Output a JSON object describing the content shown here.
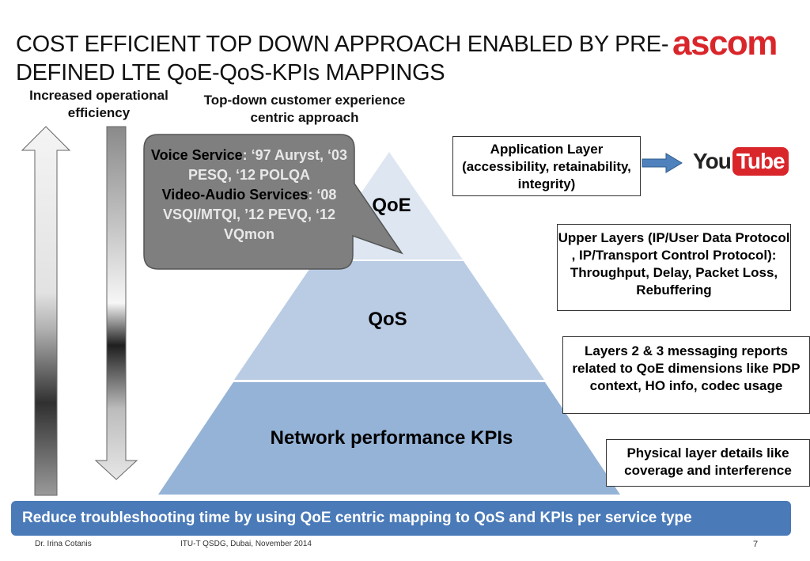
{
  "title": "COST EFFICIENT TOP DOWN APPROACH ENABLED BY PRE-DEFINED LTE QoE-QoS-KPIs MAPPINGS",
  "logo": "ascom",
  "header_left": "Increased operational efficiency",
  "header_right": "Top-down customer experience centric approach",
  "callout": {
    "voice_label": "Voice Service",
    "voice_text": ": ‘97 Auryst, ‘03 PESQ, ‘12 POLQA",
    "video_label": "Video-Audio Services",
    "video_text": ": ‘08 VSQI/MTQI, ’12 PEVQ, ‘12 VQmon"
  },
  "pyramid": {
    "top": "QoE",
    "middle": "QoS",
    "bottom": "Network performance KPIs"
  },
  "boxes": {
    "application": "Application Layer (accessibility, retainability, integrity)",
    "upper": "Upper Layers (IP/User Data Protocol , IP/Transport Control Protocol): Throughput, Delay, Packet Loss, Rebuffering",
    "layers23": "Layers 2 & 3 messaging reports related to QoE dimensions like PDP context, HO info, codec usage",
    "physical": "Physical layer details like coverage and interference"
  },
  "youtube": {
    "you": "You",
    "tube": "Tube"
  },
  "banner": "Reduce troubleshooting time by using QoE centric mapping to QoS and KPIs per service type",
  "footer": {
    "author": "Dr. Irina Cotanis",
    "event": "ITU-T QSDG, Dubai, November  2014",
    "page": "7"
  },
  "colors": {
    "qoe": "#dde6f1",
    "qos": "#b9cce4",
    "kpi": "#95b3d7",
    "callout": "#7f7f7f",
    "banner": "#4a7ab8",
    "logo": "#d9262b"
  }
}
